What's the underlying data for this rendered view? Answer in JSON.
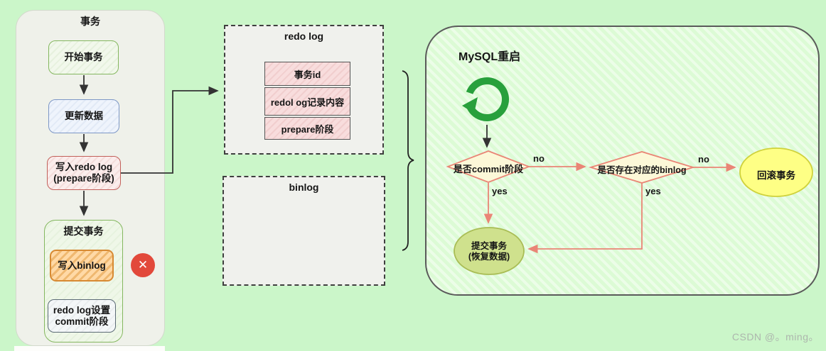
{
  "left_panel": {
    "title": "事务",
    "start": "开始事务",
    "update": "更新数据",
    "redo_line1": "写入redo log",
    "redo_line2": "(prepare阶段)",
    "commit_group_title": "提交事务",
    "write_binlog": "写入binlog",
    "commit_set_line1": "redo log设置",
    "commit_set_line2": "commit阶段",
    "error_icon": "✕"
  },
  "middle": {
    "redo_log_title": "redo log",
    "redo_rows": [
      "事务id",
      "redol og记录内容",
      "prepare阶段"
    ],
    "binlog_title": "binlog"
  },
  "right_panel": {
    "title": "MySQL重启",
    "decision1": "是否commit阶段",
    "decision2": "是否存在对应的binlog",
    "rollback": "回滚事务",
    "commit_line1": "提交事务",
    "commit_line2": "(恢复数据)",
    "labels": {
      "yes1": "yes",
      "no1": "no",
      "yes2": "yes",
      "no2": "no"
    }
  },
  "watermark": "CSDN @。ming。",
  "colors": {
    "background": "#cbf6c9",
    "salmon_flow": "#ea8576",
    "diamond_fill": "#fcf8d8",
    "rollback_fill": "#feff85",
    "commit_fill": "#cfe18d",
    "restart_icon_green": "#28a03c",
    "error_red": "#e2493b"
  }
}
